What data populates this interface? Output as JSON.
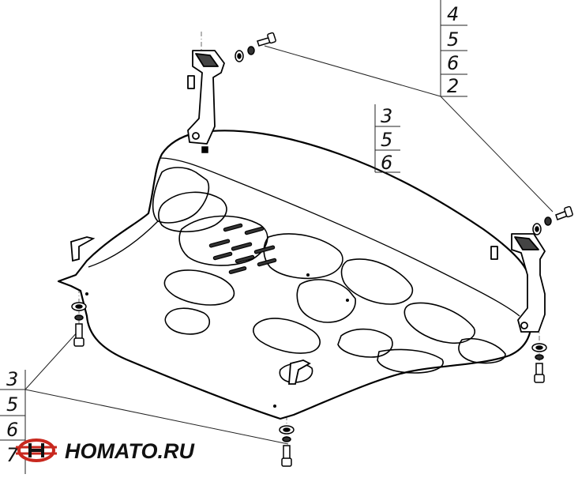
{
  "diagram": {
    "callouts": {
      "top_right": [
        "4",
        "5",
        "6",
        "2"
      ],
      "middle": [
        "3",
        "5",
        "6"
      ],
      "bottom_left": [
        "3",
        "5",
        "6",
        "7"
      ]
    }
  },
  "logo": {
    "text": "HOMATO.RU",
    "colors": {
      "ring": "#c8281e",
      "text": "#111111"
    }
  }
}
